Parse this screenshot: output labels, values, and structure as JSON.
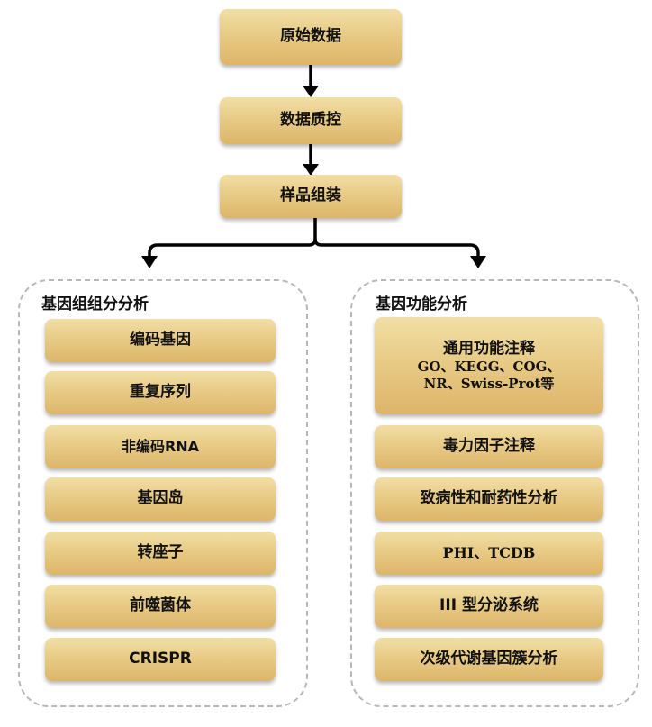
{
  "top_flow": [
    "原始数据",
    "数据质控",
    "样品组装"
  ],
  "left_group": {
    "title": "基因组组分分析",
    "items": [
      "编码基因",
      "重复序列",
      "非编码RNA",
      "基因岛",
      "转座子",
      "前噬菌体",
      "CRISPR"
    ]
  },
  "right_group": {
    "title": "基因功能分析",
    "first_item": {
      "line1": "通用功能注释",
      "line2": "GO、KEGG、COG、",
      "line3": "NR、Swiss-Prot等"
    },
    "items": [
      "毒力因子注释",
      "致病性和耐药性分析",
      "PHI、TCDB",
      "III 型分泌系统",
      "次级代谢基因簇分析"
    ]
  }
}
